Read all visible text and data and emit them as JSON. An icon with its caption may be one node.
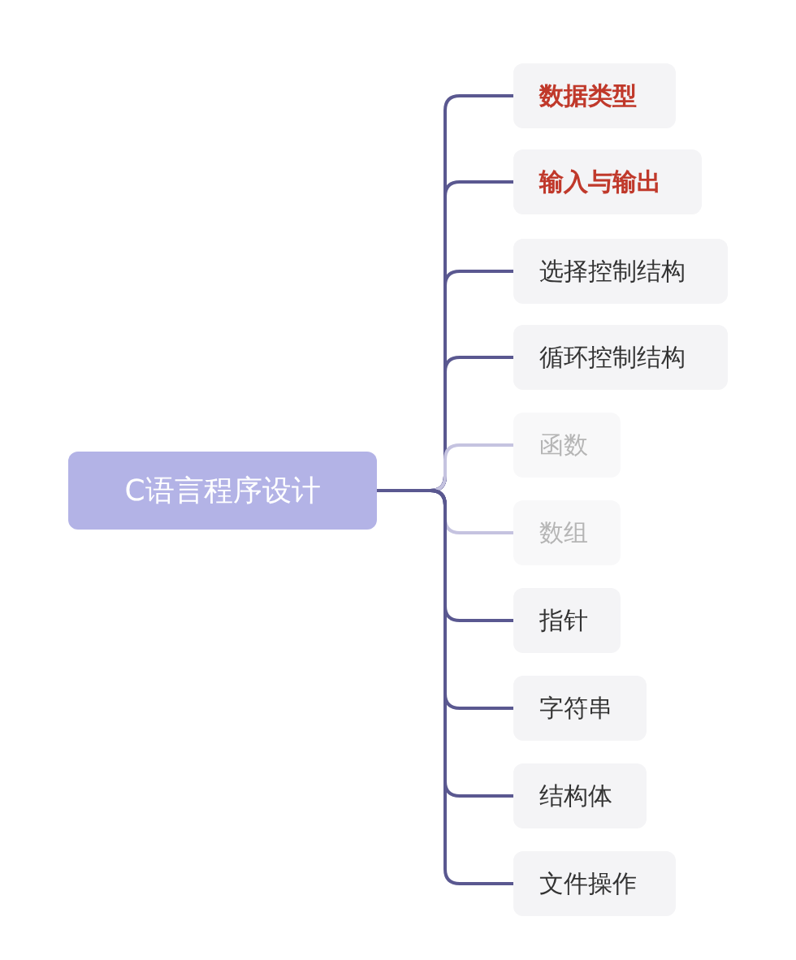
{
  "diagram": {
    "nodes": [
      {
        "text": [
          "C语言程序设计"
        ]
      },
      {
        "text": [
          "数据类型"
        ]
      },
      {
        "text": [
          "输入与输出"
        ]
      },
      {
        "text": [
          "选择控制结构"
        ]
      },
      {
        "text": [
          "循环控制结构"
        ]
      },
      {
        "text": [
          "函数"
        ]
      },
      {
        "text": [
          "数组"
        ]
      },
      {
        "text": [
          "指针"
        ]
      },
      {
        "text": [
          "字符串"
        ]
      },
      {
        "text": [
          "结构体"
        ]
      },
      {
        "text": [
          "文件操作"
        ]
      }
    ],
    "edges": [
      {
        "from": 0,
        "to": 1,
        "arrow": "none"
      },
      {
        "from": 0,
        "to": 2,
        "arrow": "none"
      },
      {
        "from": 0,
        "to": 3,
        "arrow": "none"
      },
      {
        "from": 0,
        "to": 4,
        "arrow": "none"
      },
      {
        "from": 0,
        "to": 5,
        "arrow": "none",
        "color": "#c5c3e0"
      },
      {
        "from": 0,
        "to": 6,
        "arrow": "none",
        "color": "#c5c3e0"
      },
      {
        "from": 0,
        "to": 7,
        "arrow": "none"
      },
      {
        "from": 0,
        "to": 8,
        "arrow": "none"
      },
      {
        "from": 0,
        "to": 9,
        "arrow": "none"
      },
      {
        "from": 0,
        "to": 10,
        "arrow": "none"
      }
    ]
  }
}
